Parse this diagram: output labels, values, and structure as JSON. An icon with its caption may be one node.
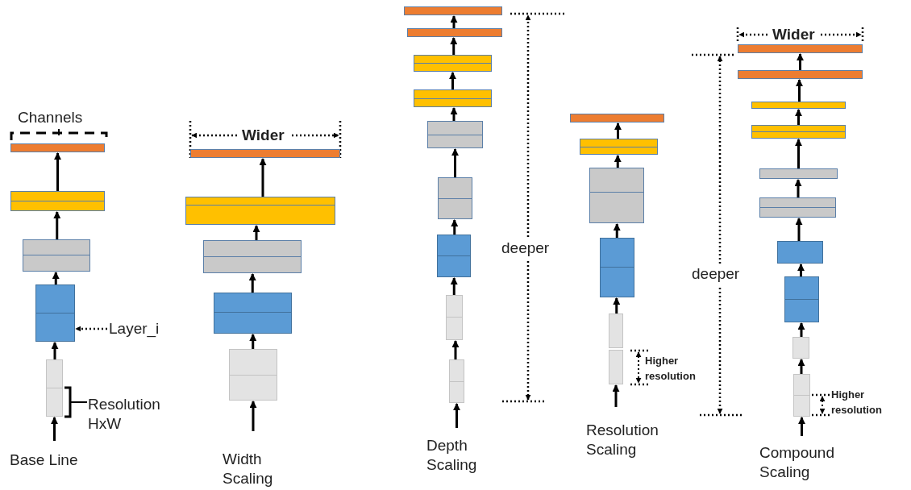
{
  "diagram": {
    "nodes": [
      {
        "text": [],
        "shape": "box"
      },
      {
        "text": [],
        "shape": "box"
      },
      {
        "text": [],
        "shape": "box"
      },
      {
        "text": [],
        "shape": "box"
      },
      {
        "text": [],
        "shape": "box"
      },
      {
        "text": [
          "Layer_i"
        ]
      },
      {
        "text": [],
        "shape": "box"
      },
      {
        "text": [],
        "shape": "box"
      },
      {
        "text": [],
        "shape": "box"
      },
      {
        "text": [],
        "shape": "box"
      },
      {
        "text": [],
        "shape": "box"
      },
      {
        "text": [],
        "shape": "box"
      },
      {
        "text": [],
        "shape": "box"
      },
      {
        "text": [],
        "shape": "box"
      },
      {
        "text": [],
        "shape": "box"
      },
      {
        "text": [],
        "shape": "box"
      },
      {
        "text": [],
        "shape": "box"
      },
      {
        "text": [],
        "shape": "box"
      },
      {
        "text": [],
        "shape": "box"
      },
      {
        "text": [],
        "shape": "box"
      },
      {
        "text": [],
        "shape": "box"
      },
      {
        "text": [],
        "shape": "box"
      },
      {
        "text": [],
        "shape": "box"
      },
      {
        "text": [],
        "shape": "box"
      },
      {
        "text": [],
        "shape": "box"
      },
      {
        "text": [],
        "shape": "box"
      },
      {
        "text": [],
        "shape": "box"
      },
      {
        "text": [],
        "shape": "box"
      },
      {
        "text": [],
        "shape": "box"
      },
      {
        "text": [],
        "shape": "box"
      },
      {
        "text": [],
        "shape": "box"
      },
      {
        "text": [],
        "shape": "box"
      },
      {
        "text": [],
        "shape": "box"
      },
      {
        "text": [],
        "shape": "box"
      },
      {
        "text": [],
        "shape": "box"
      },
      {
        "text": [],
        "shape": "box"
      }
    ],
    "edges": [
      {
        "from": null,
        "to": 4,
        "arrow": "to"
      },
      {
        "from": 4,
        "to": 3,
        "arrow": "to"
      },
      {
        "from": 3,
        "to": 2,
        "arrow": "to"
      },
      {
        "from": 2,
        "to": 1,
        "arrow": "to"
      },
      {
        "from": 1,
        "to": 0,
        "arrow": "to"
      },
      {
        "from": 5,
        "to": 3,
        "arrow": "to",
        "style": "dashed"
      },
      {
        "from": null,
        "to": 10,
        "arrow": "to"
      },
      {
        "from": 10,
        "to": 9,
        "arrow": "to"
      },
      {
        "from": 9,
        "to": 8,
        "arrow": "to"
      },
      {
        "from": 8,
        "to": 7,
        "arrow": "to"
      },
      {
        "from": 7,
        "to": 6,
        "arrow": "to"
      },
      {
        "from": null,
        "to": 19,
        "arrow": "to"
      },
      {
        "from": 19,
        "to": 18,
        "arrow": "to"
      },
      {
        "from": 18,
        "to": 17,
        "arrow": "to"
      },
      {
        "from": 17,
        "to": 16,
        "arrow": "to"
      },
      {
        "from": 16,
        "to": 15,
        "arrow": "to"
      },
      {
        "from": 15,
        "to": 14,
        "arrow": "to"
      },
      {
        "from": 14,
        "to": 13,
        "arrow": "to"
      },
      {
        "from": 13,
        "to": 12,
        "arrow": "to"
      },
      {
        "from": 12,
        "to": 11,
        "arrow": "to"
      },
      {
        "from": null,
        "to": 25,
        "arrow": "to"
      },
      {
        "from": 24,
        "to": 23,
        "arrow": "to"
      },
      {
        "from": 23,
        "to": 22,
        "arrow": "to"
      },
      {
        "from": 22,
        "to": 21,
        "arrow": "to"
      },
      {
        "from": 21,
        "to": 20,
        "arrow": "to"
      },
      {
        "from": null,
        "to": 35,
        "arrow": "to"
      },
      {
        "from": 35,
        "to": 34,
        "arrow": "to"
      },
      {
        "from": 34,
        "to": 33,
        "arrow": "to"
      },
      {
        "from": 33,
        "to": 32,
        "arrow": "to"
      },
      {
        "from": 32,
        "to": 31,
        "arrow": "to"
      },
      {
        "from": 31,
        "to": 30,
        "arrow": "to"
      },
      {
        "from": 30,
        "to": 29,
        "arrow": "to"
      },
      {
        "from": 29,
        "to": 28,
        "arrow": "to"
      },
      {
        "from": 28,
        "to": 27,
        "arrow": "to"
      },
      {
        "from": 27,
        "to": 26,
        "arrow": "to"
      }
    ],
    "labels": [
      "Channels",
      "Wider",
      "Wider",
      "deeper",
      "deeper",
      "Resolution HxW",
      "Higher resolution",
      "Higher resolution",
      "Base Line",
      "Width Scaling",
      "Depth Scaling",
      "Resolution Scaling",
      "Compound Scaling"
    ]
  }
}
